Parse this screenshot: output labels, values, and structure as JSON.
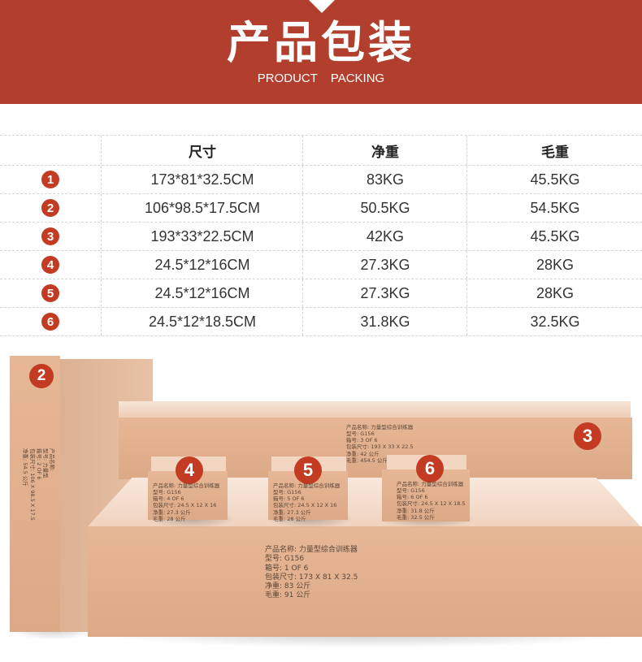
{
  "header": {
    "title": "产品包装",
    "subtitle": "PRODUCT PACKING"
  },
  "table": {
    "columns": [
      "",
      "尺寸",
      "净重",
      "毛重"
    ],
    "rows": [
      {
        "no": "1",
        "size": "173*81*32.5CM",
        "net": "83KG",
        "gross": "45.5KG"
      },
      {
        "no": "2",
        "size": "106*98.5*17.5CM",
        "net": "50.5KG",
        "gross": "54.5KG"
      },
      {
        "no": "3",
        "size": "193*33*22.5CM",
        "net": "42KG",
        "gross": "45.5KG"
      },
      {
        "no": "4",
        "size": "24.5*12*16CM",
        "net": "27.3KG",
        "gross": "28KG"
      },
      {
        "no": "5",
        "size": "24.5*12*16CM",
        "net": "27.3KG",
        "gross": "28KG"
      },
      {
        "no": "6",
        "size": "24.5*12*18.5CM",
        "net": "31.8KG",
        "gross": "32.5KG"
      }
    ]
  },
  "boxes": {
    "box1": {
      "lines": [
        "产品名称: 力量型综合训练器",
        "型号: G156",
        "箱号: 1 OF 6",
        "包装尺寸: 173 X 81 X 32.5",
        "净重: 83 公斤",
        "毛重: 91 公斤"
      ]
    },
    "box2": {
      "badge": "2",
      "lines": [
        "产品名称:",
        "型号: 力量型",
        "箱号: 2 OF 6",
        "包装尺寸: 106 X 98.5 X 17.5",
        "净重: 54.5 公斤"
      ]
    },
    "box3": {
      "badge": "3",
      "lines": [
        "产品名称: 力量型综合训练器",
        "型号: G156",
        "箱号: 3 OF 6",
        "包装尺寸: 193 X 33 X 22.5",
        "净重: 42 公斤",
        "毛重: 454.5 公斤"
      ]
    },
    "box4": {
      "badge": "4",
      "lines": [
        "产品名称: 力量型综合训练器",
        "型号: G156",
        "箱号: 4 OF 6",
        "包装尺寸: 24.5 X 12 X 16",
        "净重: 27.3 公斤",
        "毛重: 28 公斤"
      ]
    },
    "box5": {
      "badge": "5",
      "lines": [
        "产品名称: 力量型综合训练器",
        "型号: G156",
        "箱号: 5 OF 6",
        "包装尺寸: 24.5 X 12 X 16",
        "净重: 27.3 公斤",
        "毛重: 28 公斤"
      ]
    },
    "box6": {
      "badge": "6",
      "lines": [
        "产品名称: 力量型综合训练器",
        "型号: G156",
        "箱号: 6 OF 6",
        "包装尺寸: 24.5 X 12 X 18.5",
        "净重: 31.8 公斤",
        "毛重: 32.5 公斤"
      ]
    }
  },
  "colors": {
    "banner": "#b23f2e",
    "badge": "#c23b22",
    "carton_front": "#e6b796",
    "carton_top": "#f3d6c1",
    "carton_side": "#c9916d"
  }
}
